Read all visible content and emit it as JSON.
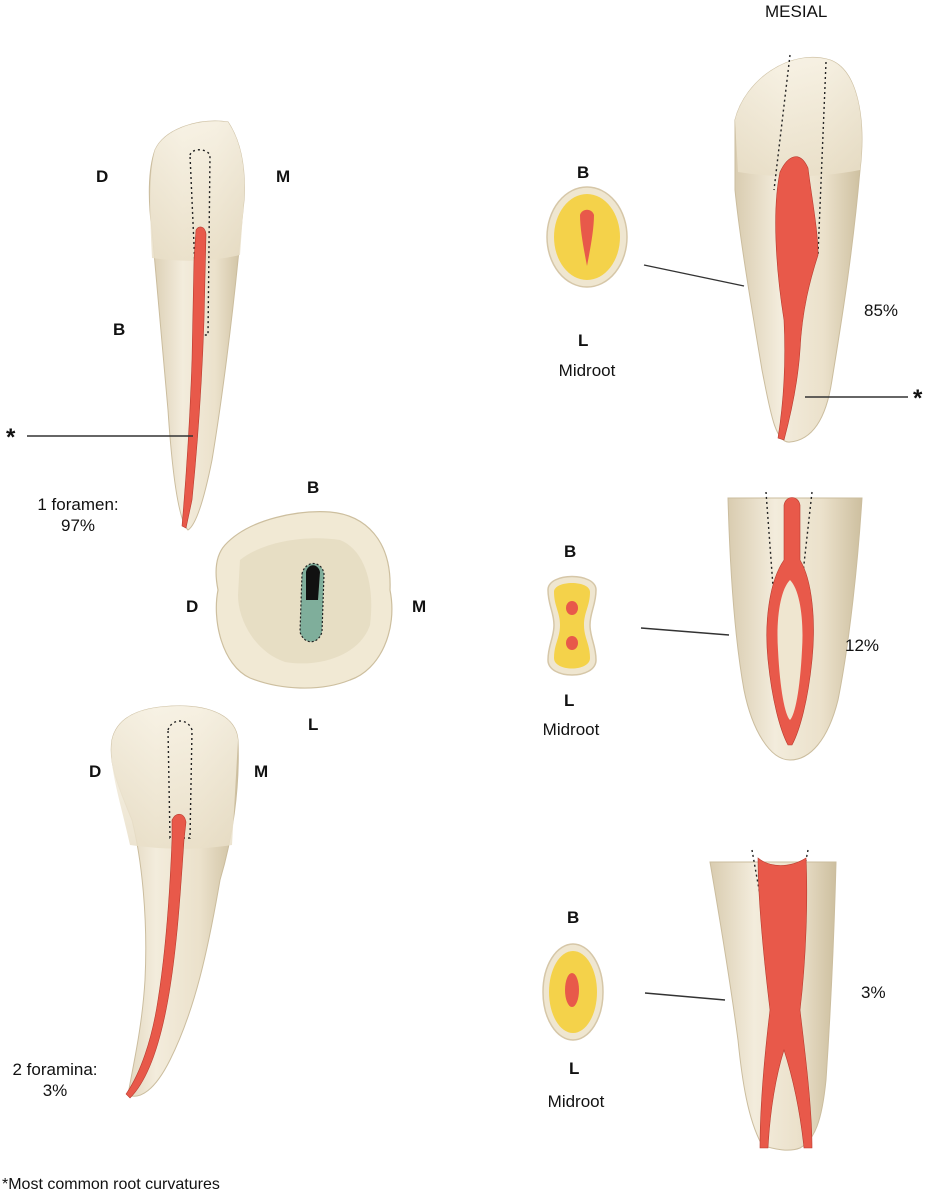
{
  "header": {
    "view_label": "MESIAL"
  },
  "top_left_tooth": {
    "distal": "D",
    "mesial": "M",
    "buccal": "B",
    "curvature_marker": "*",
    "foramen_line1": "1 foramen:",
    "foramen_line2": "97%"
  },
  "occlusal_view": {
    "buccal": "B",
    "distal": "D",
    "mesial": "M",
    "lingual": "L"
  },
  "bottom_left_tooth": {
    "distal": "D",
    "mesial": "M",
    "foramen_line1": "2 foramina:",
    "foramen_line2": "3%"
  },
  "sections": [
    {
      "buccal": "B",
      "lingual": "L",
      "level": "Midroot",
      "percent": "85%",
      "curvature_marker": "*"
    },
    {
      "buccal": "B",
      "lingual": "L",
      "level": "Midroot",
      "percent": "12%"
    },
    {
      "buccal": "B",
      "lingual": "L",
      "level": "Midroot",
      "percent": "3%"
    }
  ],
  "footnote": "*Most common root curvatures",
  "colors": {
    "enamel": "#efe6d0",
    "dentin": "#f4d24a",
    "pulp": "#e8594a",
    "outline": "#d6c7a8"
  }
}
